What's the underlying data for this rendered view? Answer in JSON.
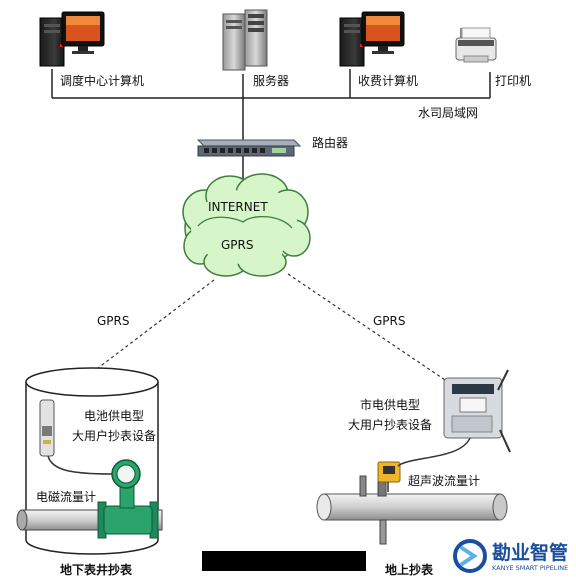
{
  "labels": {
    "dispatch_pc": "调度中心计算机",
    "server": "服务器",
    "billing_pc": "收费计算机",
    "printer": "打印机",
    "lan": "水司局域网",
    "router": "路由器",
    "internet": "INTERNET",
    "gprs_cloud": "GPRS",
    "gprs_left": "GPRS",
    "gprs_right": "GPRS",
    "battery_device_line1": "电池供电型",
    "battery_device_line2": "大用户抄表设备",
    "mains_device_line1": "市电供电型",
    "mains_device_line2": "大用户抄表设备",
    "em_flowmeter": "电磁流量计",
    "ultrasonic_flowmeter": "超声波流量计",
    "underground_reading": "地下表井抄表",
    "aboveground_reading": "地上抄表"
  },
  "logo": {
    "name": "勘业智管",
    "tagline": "KANYE SMART PIPELINE"
  },
  "colors": {
    "cloud_fill": "#d6f5c9",
    "cloud_stroke": "#3f7f3f",
    "logo_blue": "#1a4fa0",
    "flowmeter_green": "#1e8a5a"
  }
}
